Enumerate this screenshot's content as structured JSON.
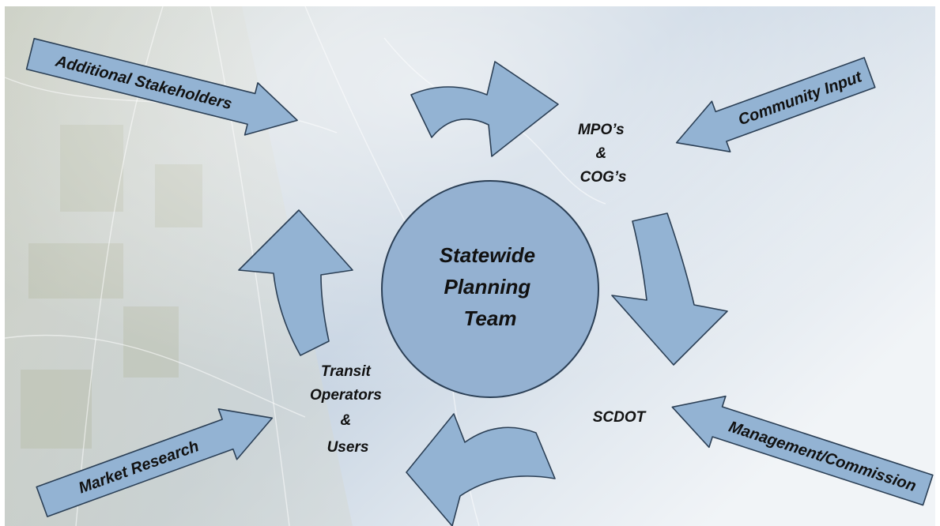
{
  "center": {
    "lines": [
      "Statewide",
      "Planning",
      "Team"
    ]
  },
  "nodes": {
    "mpo": [
      "MPO’s",
      "&",
      "COG’s"
    ],
    "scdot": [
      "SCDOT"
    ],
    "transit": [
      "Transit",
      "Operators",
      "&",
      "Users"
    ]
  },
  "inputs": {
    "additional_stakeholders": "Additional Stakeholders",
    "community_input": "Community Input",
    "market_research": "Market Research",
    "management_commission": "Management/Commission"
  },
  "colors": {
    "arrow_fill": "#93b3d3",
    "arrow_stroke": "#2b3f55",
    "circle_fill": "#94b1d1",
    "text": "#111111"
  }
}
